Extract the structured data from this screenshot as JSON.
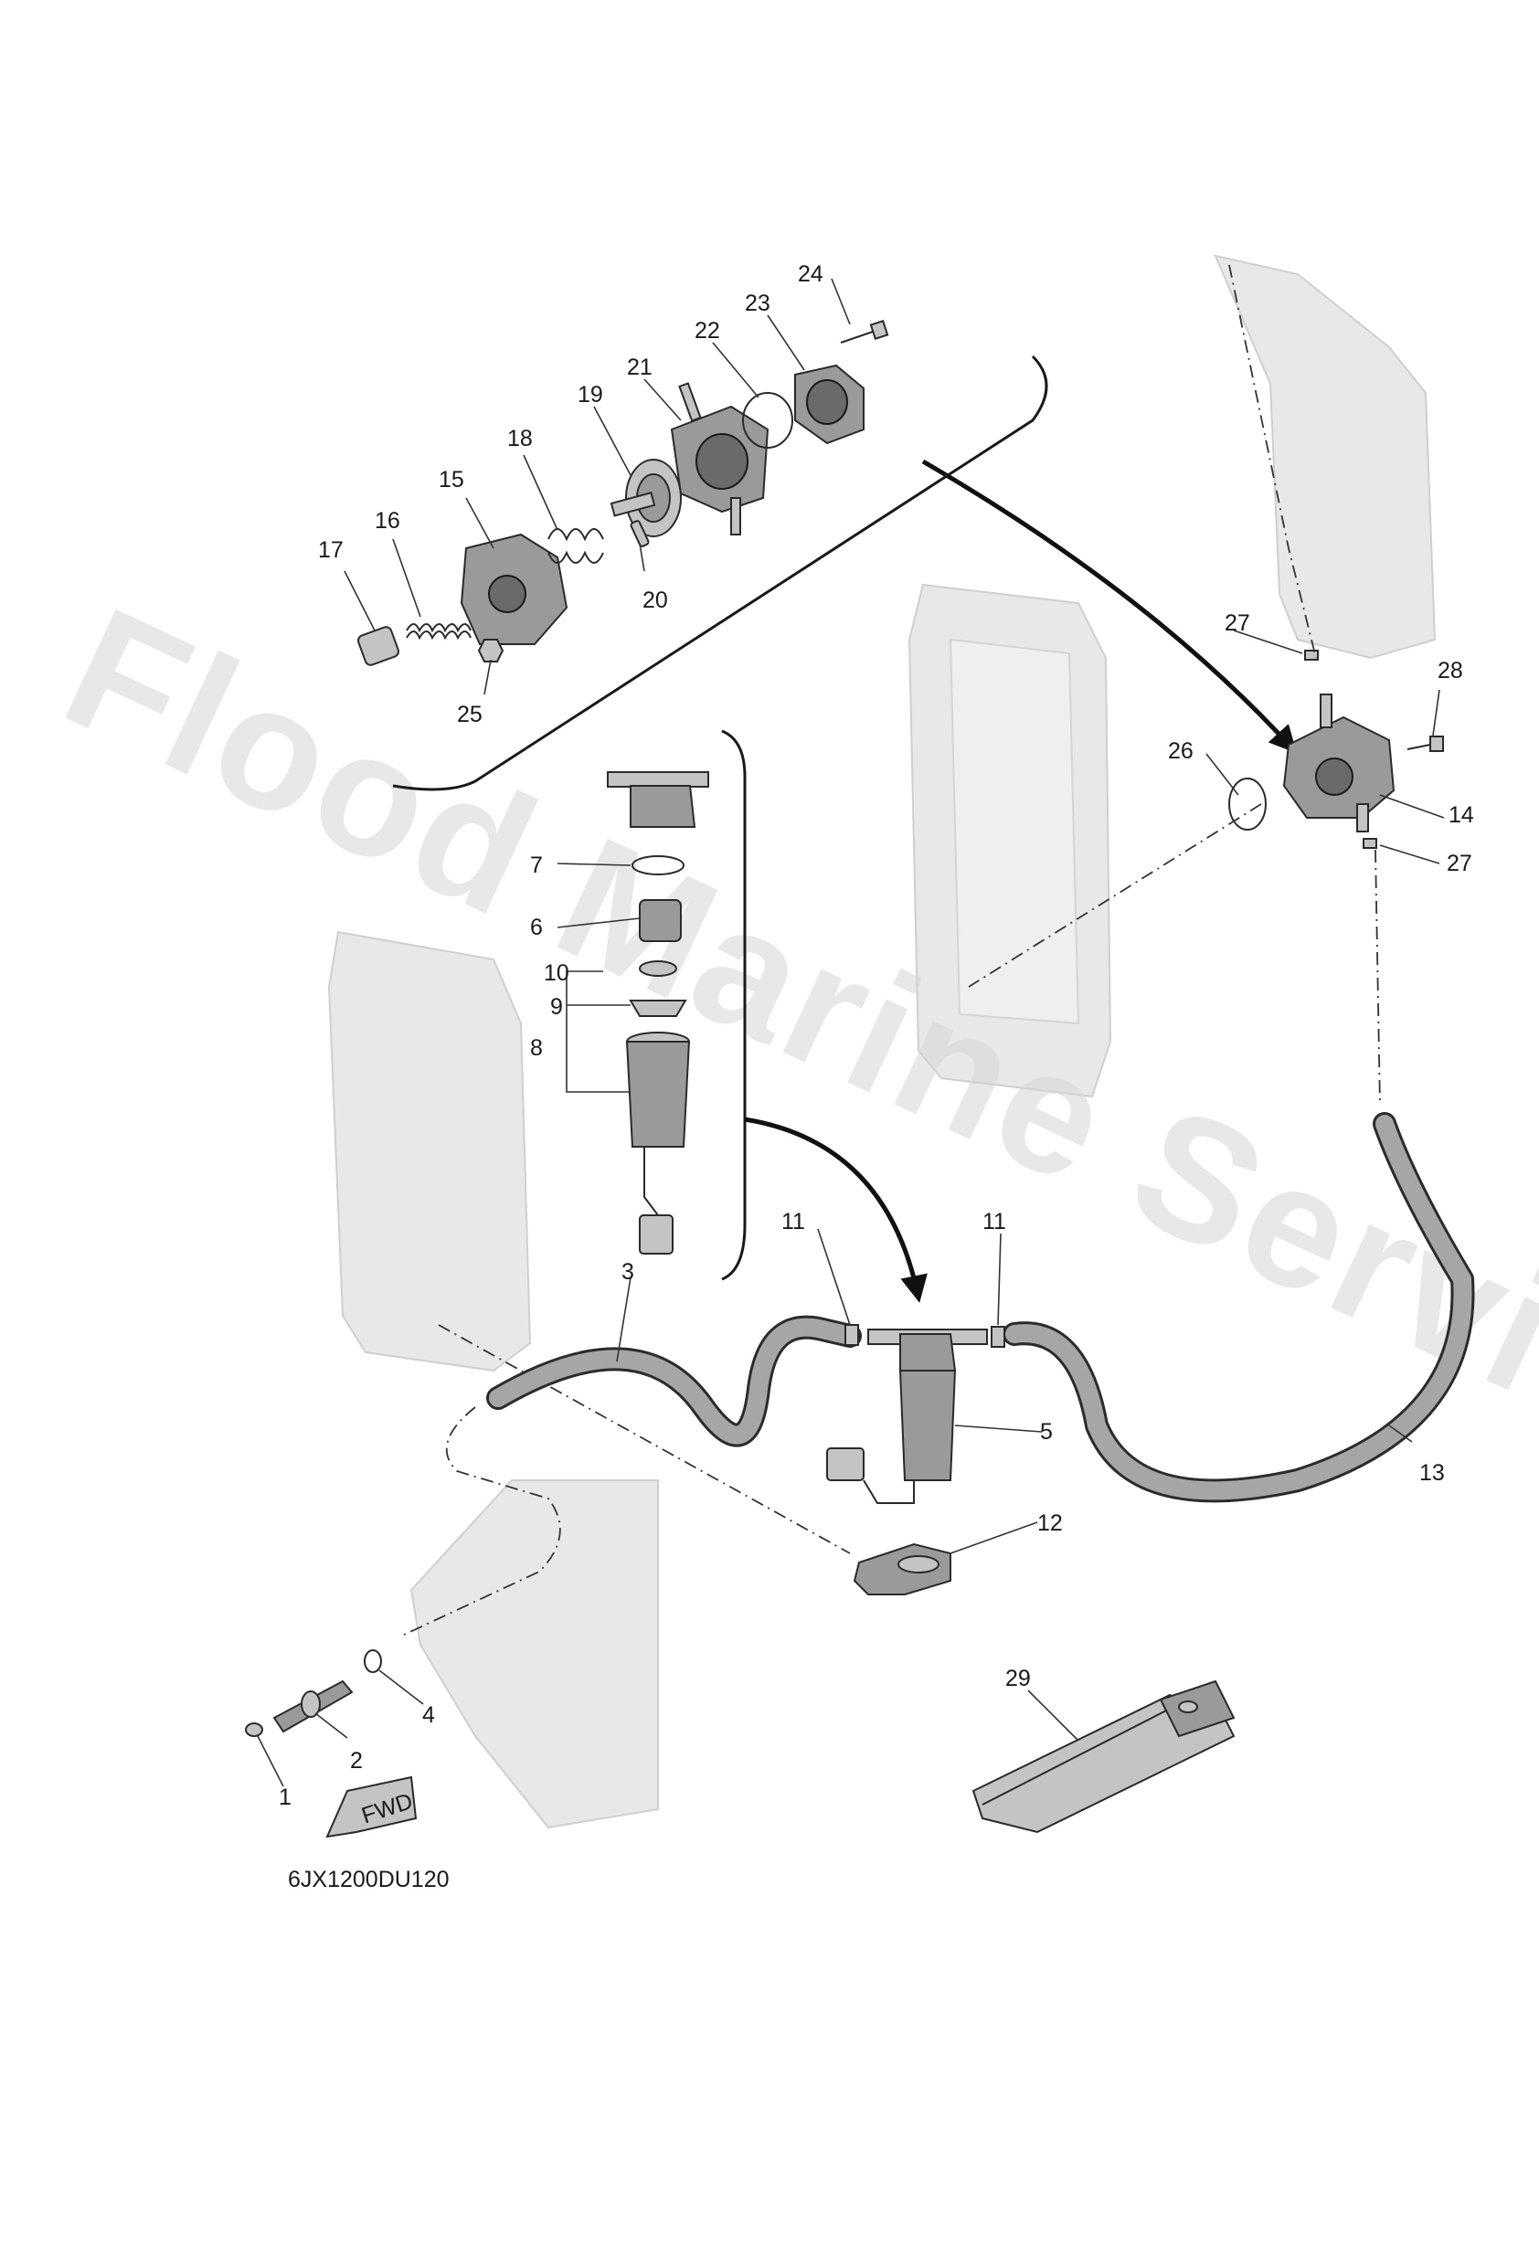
{
  "diagram_code": "6JX1200DU120",
  "watermark": "Flood Marine Services",
  "fwd_label": "FWD",
  "callouts": {
    "c1": "1",
    "c2": "2",
    "c3": "3",
    "c4": "4",
    "c5": "5",
    "c6": "6",
    "c7": "7",
    "c8": "8",
    "c9": "9",
    "c10": "10",
    "c11a": "11",
    "c11b": "11",
    "c12": "12",
    "c13": "13",
    "c14": "14",
    "c15": "15",
    "c16": "16",
    "c17": "17",
    "c18": "18",
    "c19": "19",
    "c20": "20",
    "c21": "21",
    "c22": "22",
    "c23": "23",
    "c24": "24",
    "c25": "25",
    "c26": "26",
    "c27a": "27",
    "c27b": "27",
    "c28": "28",
    "c29": "29"
  }
}
